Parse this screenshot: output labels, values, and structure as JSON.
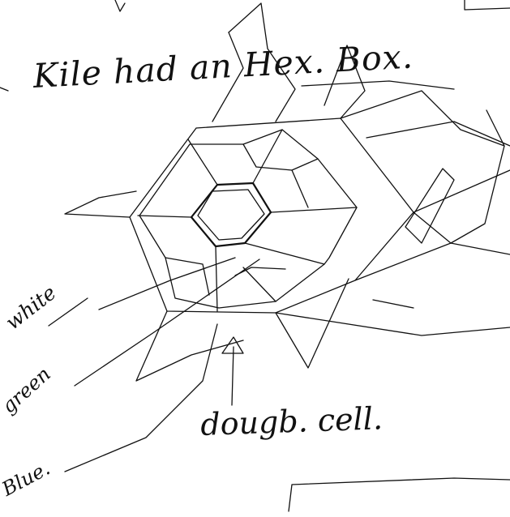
{
  "title_note": "Kile had an Hex. Box.",
  "labels": {
    "white": "white",
    "green": "green",
    "blue": "Blue.",
    "cell": "dougb. cell."
  }
}
